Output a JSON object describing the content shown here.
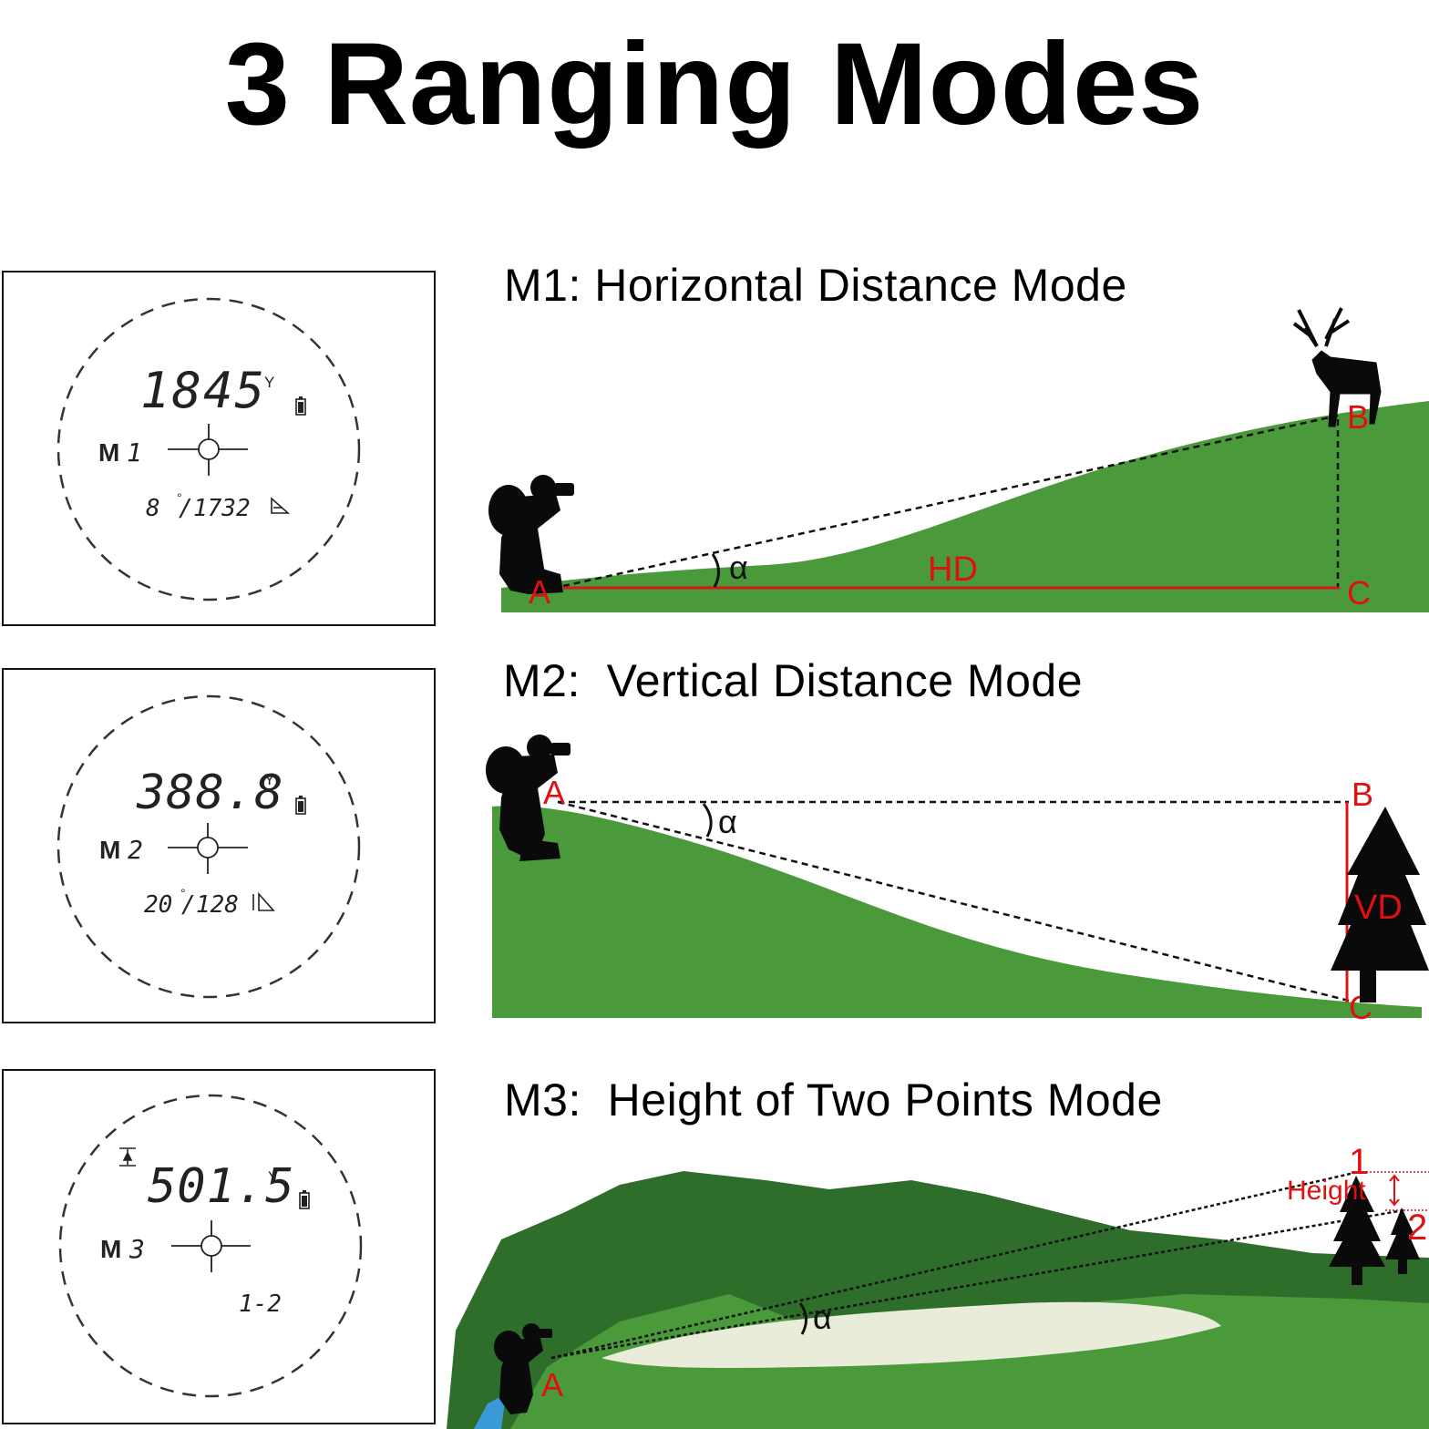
{
  "title": "3 Ranging Modes",
  "colors": {
    "grass": "#4a9a3c",
    "grass_dark": "#2f6e2a",
    "label_red": "#e01010",
    "line_red": "#d81818",
    "silhouette": "#0a0a0a"
  },
  "modes": [
    {
      "heading_code": "M1:",
      "heading_text": "Horizontal Distance Mode",
      "display": {
        "reading": "1845",
        "unit": "Y",
        "mode_label": "M",
        "mode_digit": "1",
        "angle": "8",
        "distance": "1732",
        "icon": "horizontal-triangle-icon"
      },
      "diagram": {
        "point_a": "A",
        "point_b": "B",
        "point_c": "C",
        "angle_symbol": "α",
        "measure_label": "HD",
        "target_icon": "deer-icon",
        "observer_icon": "hiker-binoculars-icon"
      }
    },
    {
      "heading_code": "M2:",
      "heading_text": "Vertical Distance Mode",
      "display": {
        "reading": "388.8",
        "unit": "Y",
        "mode_label": "M",
        "mode_digit": "2",
        "angle": "20",
        "distance": "128",
        "icon": "vertical-triangle-icon"
      },
      "diagram": {
        "point_a": "A",
        "point_b": "B",
        "point_c": "C",
        "angle_symbol": "α",
        "measure_label": "VD",
        "target_icon": "pine-tree-icon",
        "observer_icon": "hiker-binoculars-icon"
      }
    },
    {
      "heading_code": "M3:",
      "heading_text": "Height of Two Points Mode",
      "display": {
        "reading": "501.5",
        "unit": "Y",
        "mode_label": "M",
        "mode_digit": "3",
        "points": "1-2",
        "icon": "height-icon"
      },
      "diagram": {
        "point_a": "A",
        "point_1": "1",
        "point_2": "2",
        "angle_symbol": "α",
        "measure_label": "Height",
        "target_icon": "pine-trees-icon",
        "observer_icon": "hiker-binoculars-icon"
      }
    }
  ]
}
